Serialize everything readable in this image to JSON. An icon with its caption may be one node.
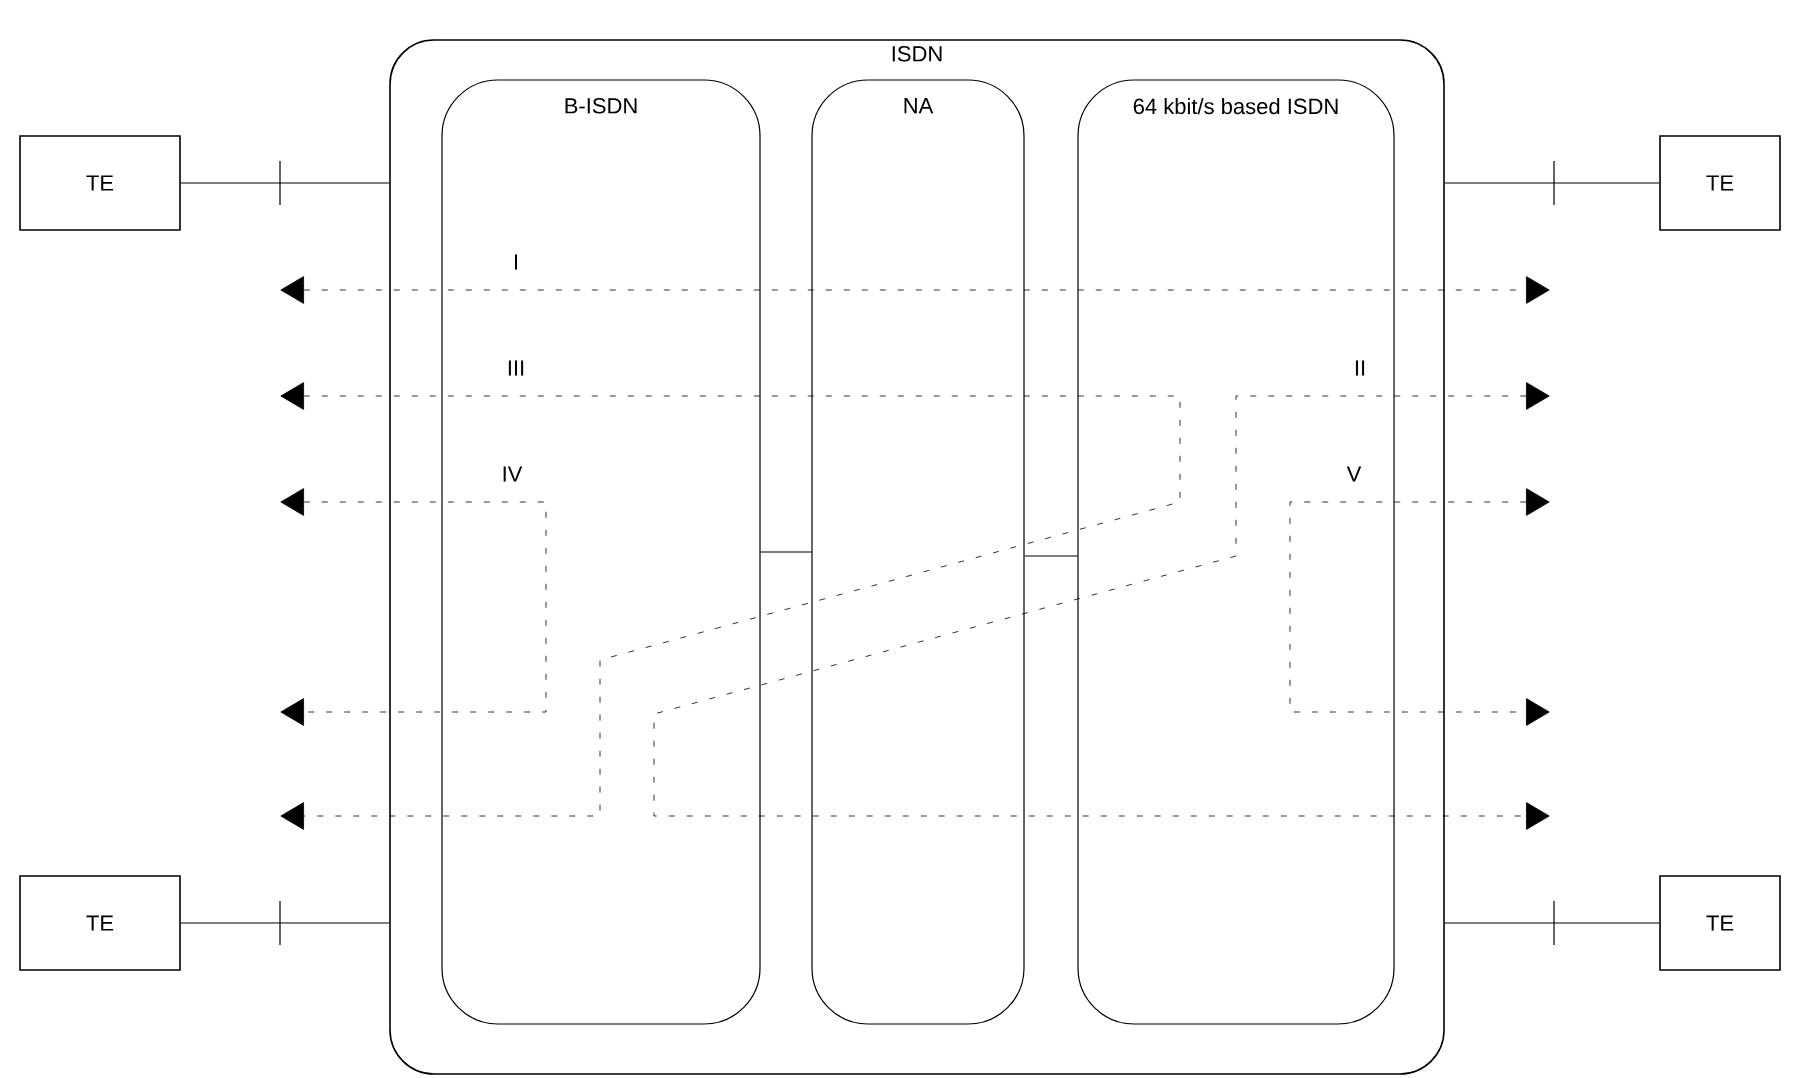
{
  "diagram": {
    "nodes": [
      {
        "text": [
          "ISDN"
        ]
      },
      {
        "text": [
          "B-ISDN"
        ],
        "in": 0
      },
      {
        "text": [
          "NA"
        ],
        "in": 0
      },
      {
        "text": [
          "64 kbit/s based ISDN"
        ],
        "in": 0
      },
      {
        "text": [
          "TE"
        ]
      },
      {
        "text": [
          "TE"
        ]
      },
      {
        "text": [
          "TE"
        ]
      },
      {
        "text": [
          "TE"
        ]
      }
    ],
    "edges": [
      {
        "from": 4,
        "to": 0,
        "arrow": "none"
      },
      {
        "from": 0,
        "to": 5,
        "arrow": "none"
      },
      {
        "from": 6,
        "to": 0,
        "arrow": "none"
      },
      {
        "from": 0,
        "to": 7,
        "arrow": "none"
      },
      {
        "from": 1,
        "to": 2,
        "arrow": "none"
      },
      {
        "from": 2,
        "to": 3,
        "arrow": "none"
      }
    ],
    "labels": [
      "I",
      "III",
      "II",
      "IV",
      "V"
    ]
  }
}
